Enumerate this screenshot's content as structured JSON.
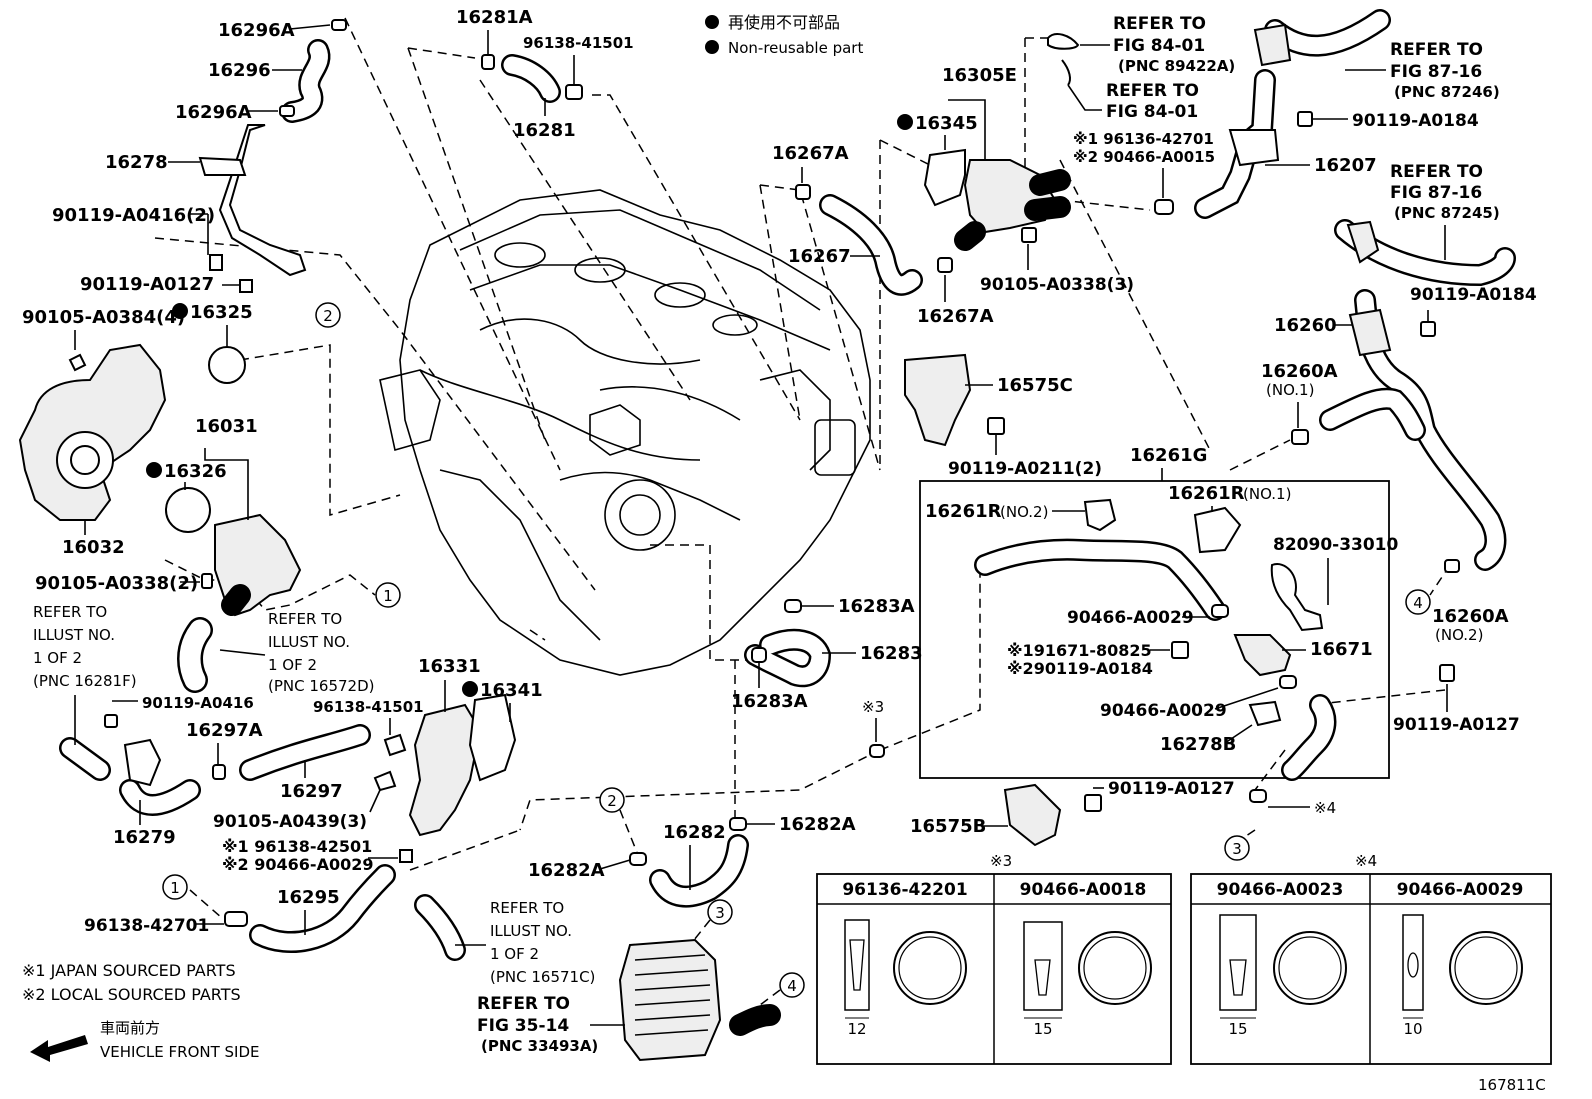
{
  "legend": {
    "jp_nonreusable": "再使用不可部品",
    "en_nonreusable": "Non-reusable part",
    "note1": "※1 JAPAN SOURCED PARTS",
    "note2": "※2 LOCAL SOURCED PARTS",
    "front_jp": "車両前方",
    "front_en": "VEHICLE FRONT SIDE",
    "figure_id": "167811C"
  },
  "labels": {
    "p16296A_top": "16296A",
    "p16296": "16296",
    "p16296A_bot": "16296A",
    "p16278": "16278",
    "p90119_A0416_2": "90119-A0416(2)",
    "p90119_A0127_l": "90119-A0127",
    "p90105_A0384_4": "90105-A0384(4)",
    "p16325": "16325",
    "p16031": "16031",
    "p16326": "16326",
    "p16032": "16032",
    "p90105_A0338_2": "90105-A0338(2)",
    "p16281A": "16281A",
    "p96138_41501_t": "96138-41501",
    "p16281": "16281",
    "p16267A_t": "16267A",
    "p16267": "16267",
    "p16267A_b": "16267A",
    "p16345": "16345",
    "p16305E": "16305E",
    "r1_96136_42701": "※1 96136-42701",
    "r2_90466_A0015": "※2 90466-A0015",
    "p90105_A0338_3": "90105-A0338(3)",
    "p16575C": "16575C",
    "p90119_A0211_2": "90119-A0211(2)",
    "p16207": "16207",
    "p90119_A0184_t": "90119-A0184",
    "p90119_A0184_m": "90119-A0184",
    "p16260": "16260",
    "p16260A_t": "16260A",
    "no1_a": "(NO.1)",
    "p16260A_b": "16260A",
    "no2_a": "(NO.2)",
    "p16261G": "16261G",
    "p16261R_2": "16261R",
    "no2_b": "(NO.2)",
    "p16261R_1": "16261R",
    "no1_b": "(NO.1)",
    "p82090_33010": "82090-33010",
    "p90466_A0029_a": "90466-A0029",
    "r1_91671_80825": "※191671-80825",
    "r2_90119_A0184": "※290119-A0184",
    "p16671": "16671",
    "p90466_A0029_b": "90466-A0029",
    "p16278B": "16278B",
    "p90119_A0127_r": "90119-A0127",
    "p16283A_t": "16283A",
    "p16283": "16283",
    "p16283A_b": "16283A",
    "star3": "※3",
    "p16331": "16331",
    "p16341": "16341",
    "p96138_41501_m": "96138-41501",
    "p90119_A0416": "90119-A0416",
    "p16297A": "16297A",
    "p16297": "16297",
    "p16279": "16279",
    "p90105_A0439_3": "90105-A0439(3)",
    "r1_96138_42501": "※1 96138-42501",
    "r2_90466_A0029": "※2 90466-A0029",
    "p16295": "16295",
    "p96138_42701": "96138-42701",
    "p16282": "16282",
    "p16282A_r": "16282A",
    "p16282A_l": "16282A",
    "p90119_A0127_b": "90119-A0127",
    "p16575B": "16575B",
    "star4": "※4",
    "star4_b": "※4"
  },
  "refers": {
    "r8401a": [
      "REFER TO",
      "FIG 84-01",
      "(PNC 89422A)"
    ],
    "r8401b": [
      "REFER TO",
      "FIG 84-01"
    ],
    "r8716a": [
      "REFER TO",
      "FIG 87-16",
      "(PNC 87246)"
    ],
    "r8716b": [
      "REFER TO",
      "FIG 87-16",
      "(PNC 87245)"
    ],
    "rill_a": [
      "REFER TO",
      "ILLUST NO.",
      "1 OF 2",
      "(PNC 16281F)"
    ],
    "rill_b": [
      "REFER TO",
      "ILLUST NO.",
      "1 OF 2",
      "(PNC 16572D)"
    ],
    "rill_c": [
      "REFER TO",
      "ILLUST NO.",
      "1 OF 2",
      "(PNC 16571C)"
    ],
    "r3514": [
      "REFER TO",
      "FIG 35-14",
      "(PNC 33493A)"
    ]
  },
  "circles": {
    "c1a": "1",
    "c2a": "2",
    "c1b": "1",
    "c2b": "2",
    "c3a": "3",
    "c4a": "4",
    "c3b": "3",
    "c4b": "4"
  },
  "tables": {
    "t3": {
      "title": "※3",
      "col1": "96136-42201",
      "col2": "90466-A0018",
      "dim1": "12",
      "dim2": "15"
    },
    "t4": {
      "title": "※4",
      "col1": "90466-A0023",
      "col2": "90466-A0029",
      "dim1": "15",
      "dim2": "10"
    }
  }
}
